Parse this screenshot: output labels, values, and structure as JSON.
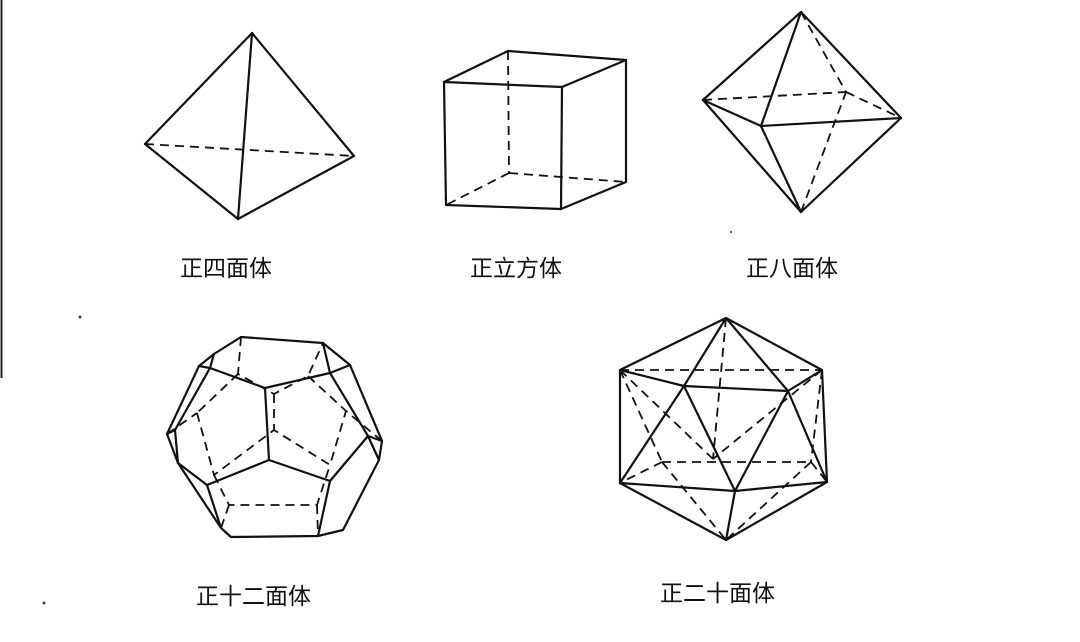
{
  "figure": {
    "colors": {
      "background": "#ffffff",
      "line": "#111111"
    },
    "solids": [
      {
        "id": "tetrahedron",
        "label": "正四面体"
      },
      {
        "id": "cube",
        "label": "正立方体"
      },
      {
        "id": "octahedron",
        "label": "正八面体"
      },
      {
        "id": "dodecahedron",
        "label": "正十二面体"
      },
      {
        "id": "icosahedron",
        "label": "正二十面体"
      }
    ]
  }
}
